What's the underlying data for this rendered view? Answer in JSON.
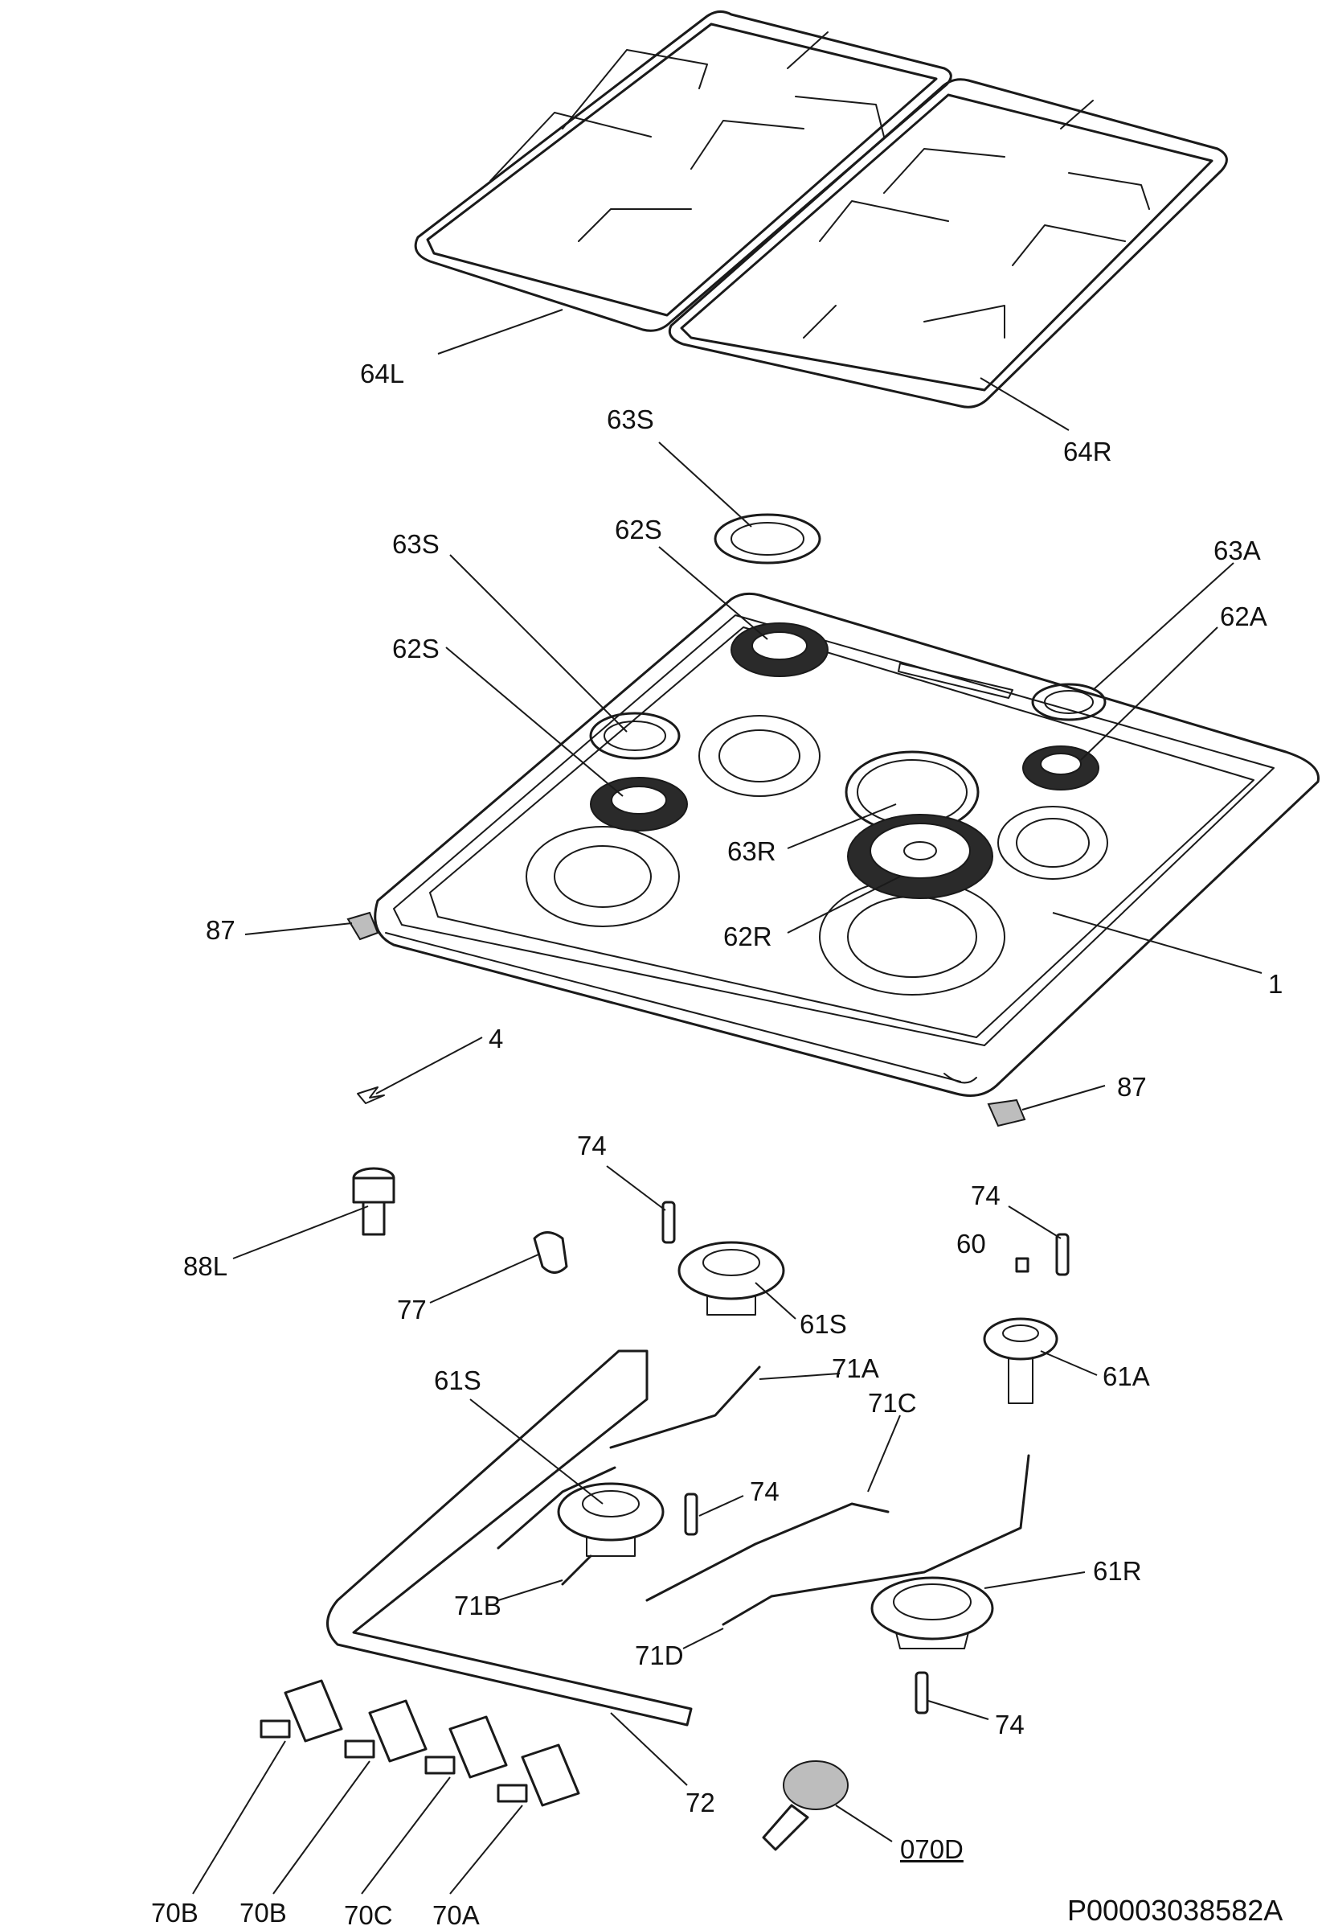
{
  "diagram": {
    "callouts": [
      {
        "id": "c64L",
        "label": "64L"
      },
      {
        "id": "c64R",
        "label": "64R"
      },
      {
        "id": "c63S_top",
        "label": "63S"
      },
      {
        "id": "c62S_top",
        "label": "62S"
      },
      {
        "id": "c63S_left",
        "label": "63S"
      },
      {
        "id": "c62S_left",
        "label": "62S"
      },
      {
        "id": "c63A",
        "label": "63A"
      },
      {
        "id": "c62A",
        "label": "62A"
      },
      {
        "id": "c63R",
        "label": "63R"
      },
      {
        "id": "c62R",
        "label": "62R"
      },
      {
        "id": "c1",
        "label": "1"
      },
      {
        "id": "c87_left",
        "label": "87"
      },
      {
        "id": "c4",
        "label": "4"
      },
      {
        "id": "c87_right",
        "label": "87"
      },
      {
        "id": "c74_a",
        "label": "74"
      },
      {
        "id": "c74_b",
        "label": "74"
      },
      {
        "id": "c60",
        "label": "60"
      },
      {
        "id": "c88L",
        "label": "88L"
      },
      {
        "id": "c77",
        "label": "77"
      },
      {
        "id": "c61S_right",
        "label": "61S"
      },
      {
        "id": "c61A",
        "label": "61A"
      },
      {
        "id": "c61S_left",
        "label": "61S"
      },
      {
        "id": "c71A",
        "label": "71A"
      },
      {
        "id": "c71C",
        "label": "71C"
      },
      {
        "id": "c74_c",
        "label": "74"
      },
      {
        "id": "c71B",
        "label": "71B"
      },
      {
        "id": "c61R",
        "label": "61R"
      },
      {
        "id": "c71D",
        "label": "71D"
      },
      {
        "id": "c74_d",
        "label": "74"
      },
      {
        "id": "c72",
        "label": "72"
      },
      {
        "id": "c070D",
        "label": "070D"
      },
      {
        "id": "c70B_1",
        "label": "70B"
      },
      {
        "id": "c70B_2",
        "label": "70B"
      },
      {
        "id": "c70C",
        "label": "70C"
      },
      {
        "id": "c70A",
        "label": "70A"
      }
    ],
    "document_code": "P00003038582A"
  }
}
